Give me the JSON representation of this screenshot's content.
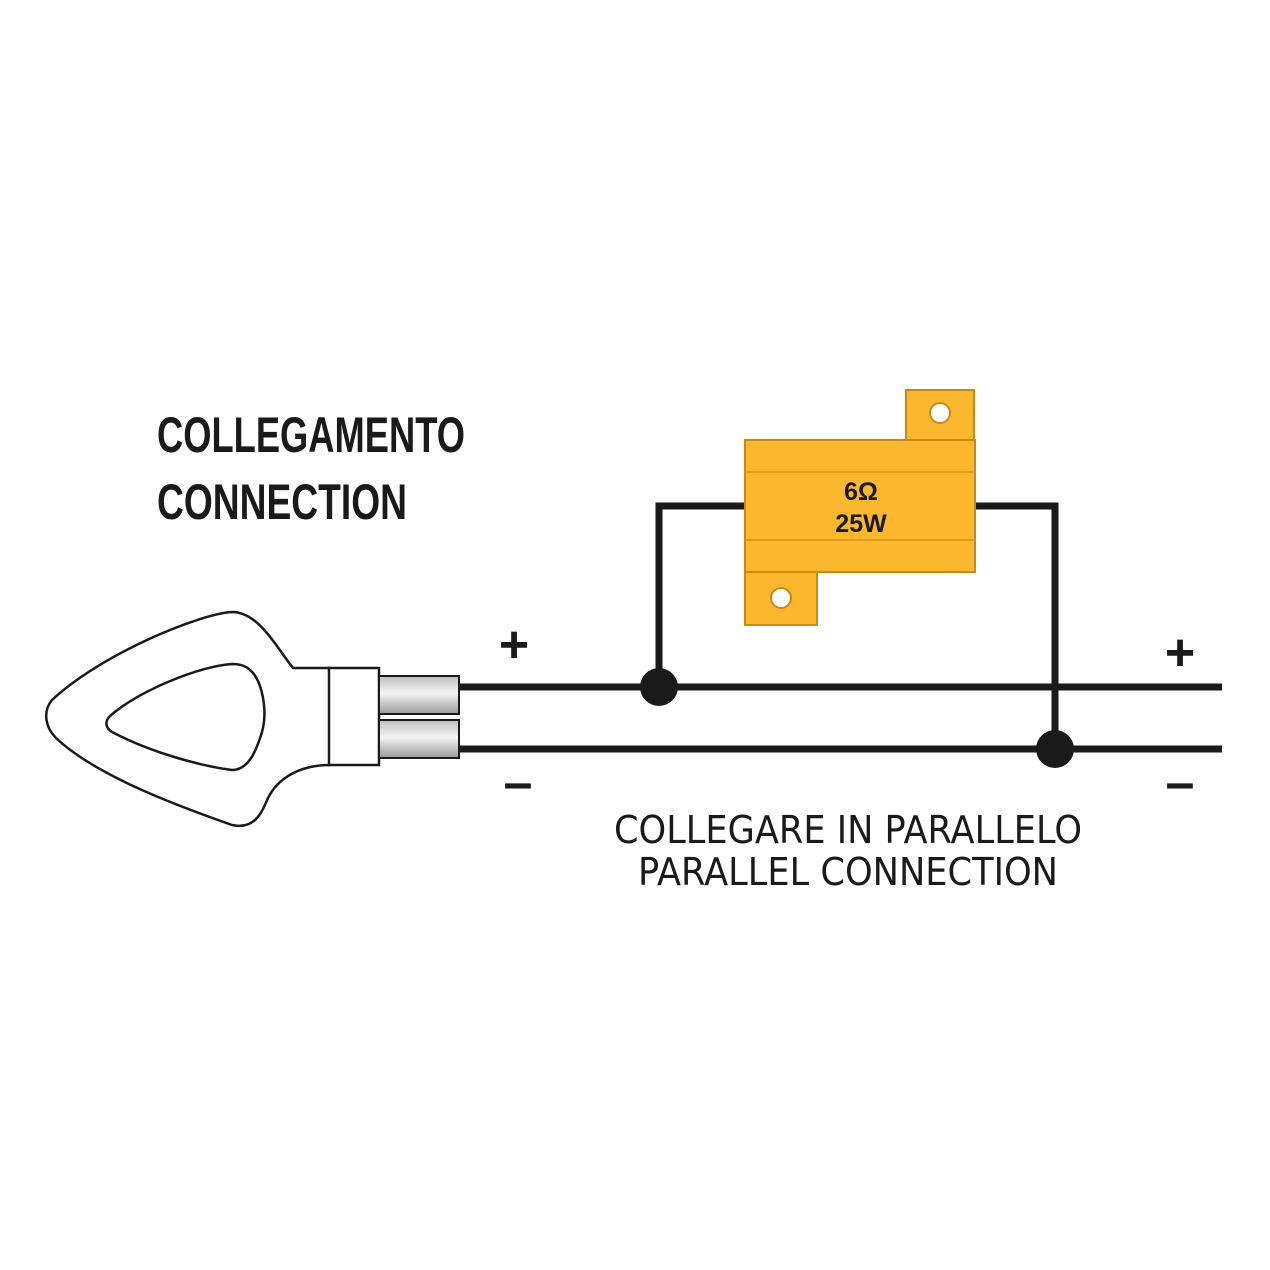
{
  "title": {
    "line1": "COLLEGAMENTO",
    "line2": "CONNECTION"
  },
  "resistor": {
    "resistance": "6Ω",
    "power": "25W",
    "body_color": "#FBB72E",
    "outline_color": "#C88A12"
  },
  "polarity": {
    "left_positive": "+",
    "left_negative": "–",
    "right_positive": "+",
    "right_negative": "–"
  },
  "caption": {
    "line1": "COLLEGARE IN PARALLELO",
    "line2": "PARALLEL CONNECTION"
  },
  "colors": {
    "wire": "#1a1a1a",
    "text": "#1a1a1a"
  },
  "icons": {
    "indicator": "turn-signal-indicator-icon",
    "junction": "wire-junction-dot-icon"
  }
}
